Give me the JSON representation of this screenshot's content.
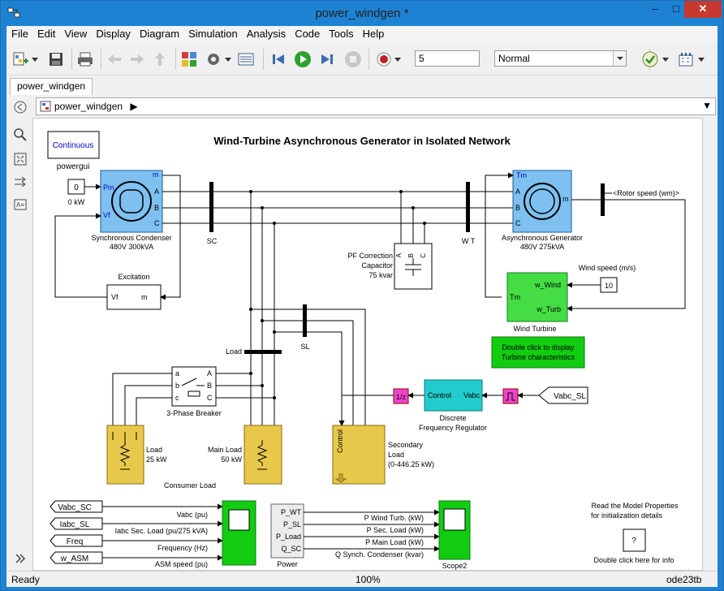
{
  "window": {
    "title": "power_windgen *",
    "minimize": "–",
    "maximize": "□",
    "close": "✕"
  },
  "menu": [
    "File",
    "Edit",
    "View",
    "Display",
    "Diagram",
    "Simulation",
    "Analysis",
    "Code",
    "Tools",
    "Help"
  ],
  "toolbar": {
    "stop_time": "5",
    "sim_mode": "Normal"
  },
  "tab": {
    "label": "power_windgen"
  },
  "address": {
    "path": "power_windgen"
  },
  "status": {
    "left": "Ready",
    "zoom": "100%",
    "solver": "ode23tb"
  },
  "diagram": {
    "title": "Wind-Turbine Asynchronous Generator in Isolated Network",
    "powergui": {
      "block": "Continuous",
      "label": "powergui"
    },
    "const0": {
      "value": "0",
      "label": "0 kW"
    },
    "sync_cond": {
      "label1": "Synchronous Condenser",
      "label2": "480V 300kVA",
      "p_pm": "Pm",
      "p_vf": "Vf",
      "p_m": "m",
      "p_a": "A",
      "p_b": "B",
      "p_c": "C"
    },
    "excitation": {
      "label": "Excitation",
      "p_vf": "Vf",
      "p_m": "m"
    },
    "bus_sc": "SC",
    "bus_wt": "W T",
    "bus_sl": "SL",
    "bus_load": "Load",
    "pf_cap": {
      "l1": "PF Correction",
      "l2": "Capacitor",
      "l3": "75 kvar",
      "pa": "A",
      "pb": "B",
      "pc": "C"
    },
    "async_gen": {
      "label1": "Asynchronous Generator",
      "label2": "480V 275kVA",
      "p_tm": "Tm",
      "p_m": "m",
      "p_a": "A",
      "p_b": "B",
      "p_c": "C"
    },
    "rotor_speed": "<Rotor speed (wm)>",
    "wind_speed_label": "Wind speed (m/s)",
    "wind_const": "10",
    "wind_turbine": {
      "label": "Wind Turbine",
      "p_wwind": "w_Wind",
      "p_tm": "Tm",
      "p_wturb": "w_Turb"
    },
    "dblclick_turbine": {
      "l1": "Double click to display",
      "l2": "Turbine characteristics"
    },
    "breaker": {
      "label": "3-Phase Breaker",
      "pa": "a",
      "pb": "b",
      "pc": "c",
      "pA": "A",
      "pB": "B",
      "pC": "C"
    },
    "load": {
      "l1": "Load",
      "l2": "25 kW"
    },
    "main_load": {
      "l1": "Main Load",
      "l2": "50 kW"
    },
    "consumer_load": "Consumer Load",
    "secondary": {
      "l1": "Secondary",
      "l2": "Load",
      "l3": "(0-446.25 kW)",
      "control": "Control"
    },
    "freq_reg": {
      "l1": "Discrete",
      "l2": "Frequency Regulator",
      "p_ctrl": "Control",
      "p_vabc": "Vabc"
    },
    "delay": "1/z",
    "vabc_sl_tag": "Vabc_SL",
    "scope1": {
      "in1": "Vabc_SC",
      "in2": "Iabc_SL",
      "in3": "Freq",
      "in4": "w_ASM",
      "s1": "Vabc (pu)",
      "s2": "Iabc Sec. Load (pu/275 kVA)",
      "s3": "Frequency (Hz)",
      "s4": "ASM speed (pu)"
    },
    "power": {
      "label": "Power",
      "p1": "P_WT",
      "p2": "P_SL",
      "p3": "P_Load",
      "p4": "Q_SC"
    },
    "scope2": {
      "label": "Scope2",
      "s1": "P Wind Turb.  (kW)",
      "s2": "P Sec. Load  (kW)",
      "s3": "P Main Load (kW)",
      "s4": "Q Synch.  Condenser (kvar)"
    },
    "info": {
      "l1": "Read the Model Properties",
      "l2": "for initialization details",
      "q": "?",
      "l3": "Double click here for info"
    }
  }
}
